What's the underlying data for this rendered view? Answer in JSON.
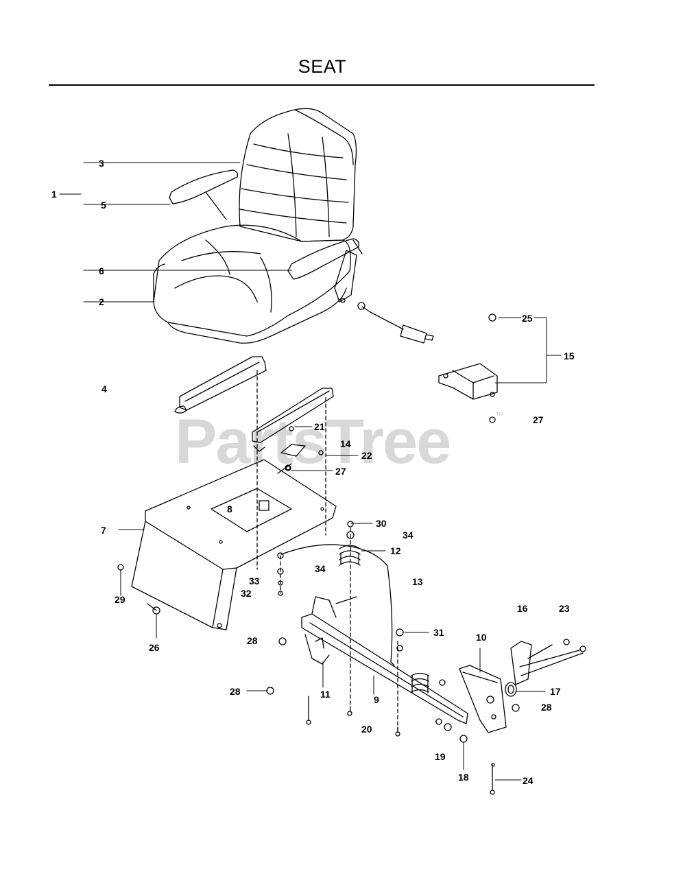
{
  "title": "SEAT",
  "watermark": "PartsTree",
  "watermark_tm": "™",
  "callouts": {
    "c1": "1",
    "c2": "2",
    "c3": "3",
    "c4": "4",
    "c5": "5",
    "c6": "6",
    "c7": "7",
    "c8": "8",
    "c9": "9",
    "c10": "10",
    "c11": "11",
    "c12": "12",
    "c13": "13",
    "c14": "14",
    "c15": "15",
    "c16": "16",
    "c17": "17",
    "c18": "18",
    "c19": "19",
    "c20": "20",
    "c21": "21",
    "c22": "22",
    "c23": "23",
    "c24": "24",
    "c25": "25",
    "c26": "26",
    "c27a": "27",
    "c27b": "27",
    "c28a": "28",
    "c28b": "28",
    "c28c": "28",
    "c29": "29",
    "c30": "30",
    "c31": "31",
    "c32": "32",
    "c33": "33",
    "c34a": "34",
    "c34b": "34"
  }
}
